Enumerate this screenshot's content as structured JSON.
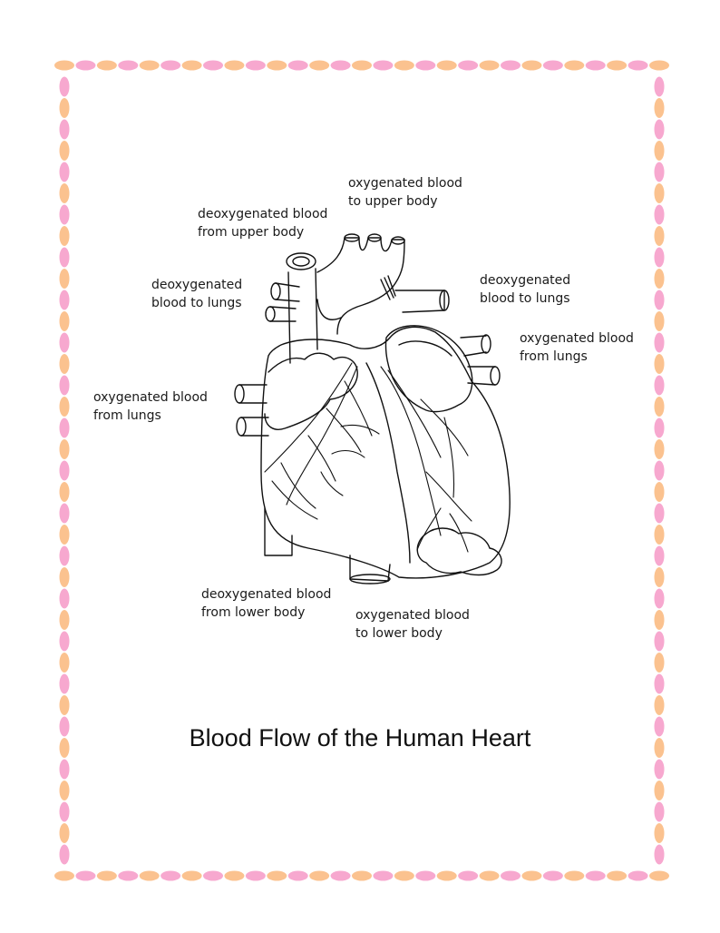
{
  "title": "Blood Flow of the Human Heart",
  "labels": {
    "deoxy_upper_body": {
      "line1": "deoxygenated blood",
      "line2": "from upper body"
    },
    "oxy_upper_body": {
      "line1": "oxygenated blood",
      "line2": "to upper body"
    },
    "deoxy_lungs_left": {
      "line1": "deoxygenated",
      "line2": "blood to lungs"
    },
    "deoxy_lungs_right": {
      "line1": "deoxygenated",
      "line2": "blood to lungs"
    },
    "oxy_from_lungs_right": {
      "line1": "oxygenated blood",
      "line2": "from lungs"
    },
    "oxy_from_lungs_left": {
      "line1": "oxygenated blood",
      "line2": "from lungs"
    },
    "deoxy_lower_body": {
      "line1": "deoxygenated blood",
      "line2": "from lower body"
    },
    "oxy_lower_body": {
      "line1": "oxygenated blood",
      "line2": "to lower body"
    }
  },
  "colors": {
    "border_pink": "#f7a8cf",
    "border_peach": "#fbc28f",
    "line_art": "#111111"
  }
}
